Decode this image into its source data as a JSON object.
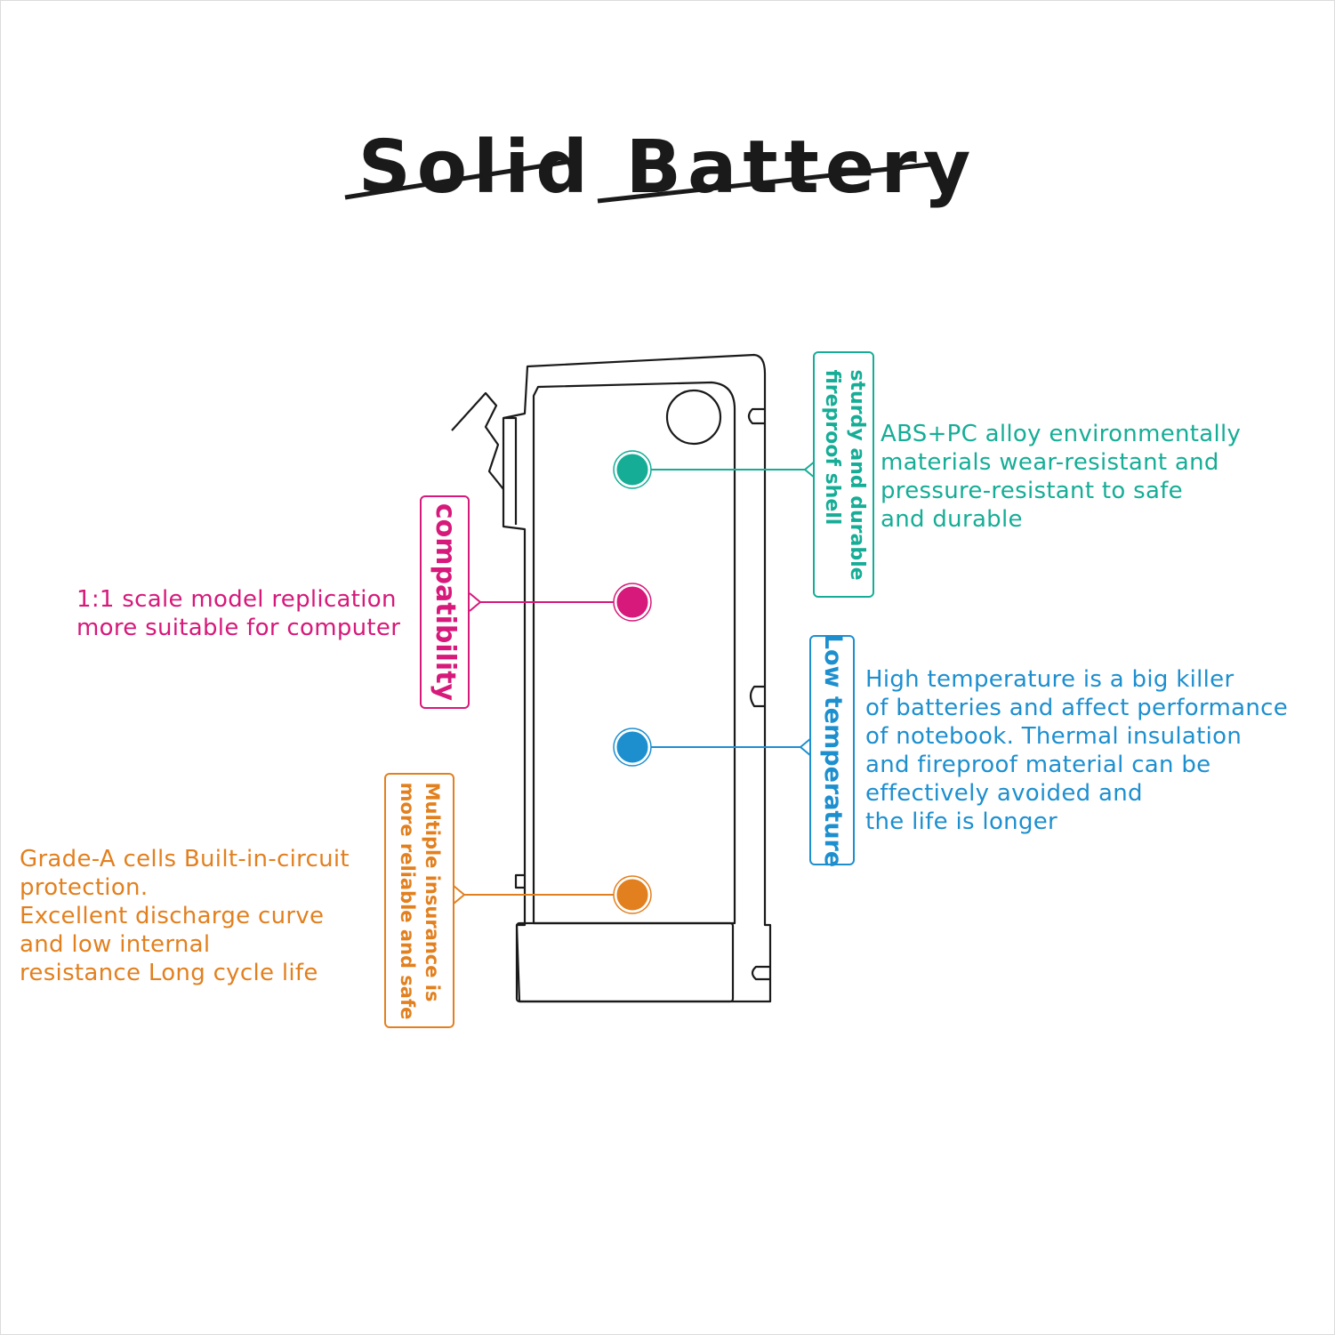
{
  "title": "Solid Battery",
  "colors": {
    "teal": "#16ad96",
    "pink": "#d6197a",
    "blue": "#1d8fcf",
    "orange": "#e2801f",
    "outline": "#1a1a1a"
  },
  "features": {
    "shell": {
      "tag_lines": [
        "sturdy and durable",
        "fireproof shell"
      ],
      "description": [
        "ABS+PC alloy environmentally",
        "materials wear-resistant and",
        "pressure-resistant to safe",
        "and durable"
      ]
    },
    "compatibility": {
      "tag_lines": [
        "compatibility"
      ],
      "description": [
        "1:1 scale model replication",
        "more suitable for computer"
      ]
    },
    "temperature": {
      "tag_lines": [
        "Low temperature"
      ],
      "description": [
        "High temperature is a big killer",
        "of batteries and affect performance",
        "of notebook. Thermal insulation",
        "and fireproof material can be",
        "effectively avoided and",
        "the life is longer"
      ]
    },
    "insurance": {
      "tag_lines": [
        "Multiple insurance is",
        "more reliable and safe"
      ],
      "description": [
        "Grade-A cells Built-in-circuit",
        "protection.",
        "Excellent discharge curve",
        "and low internal",
        "resistance Long cycle life"
      ]
    }
  }
}
